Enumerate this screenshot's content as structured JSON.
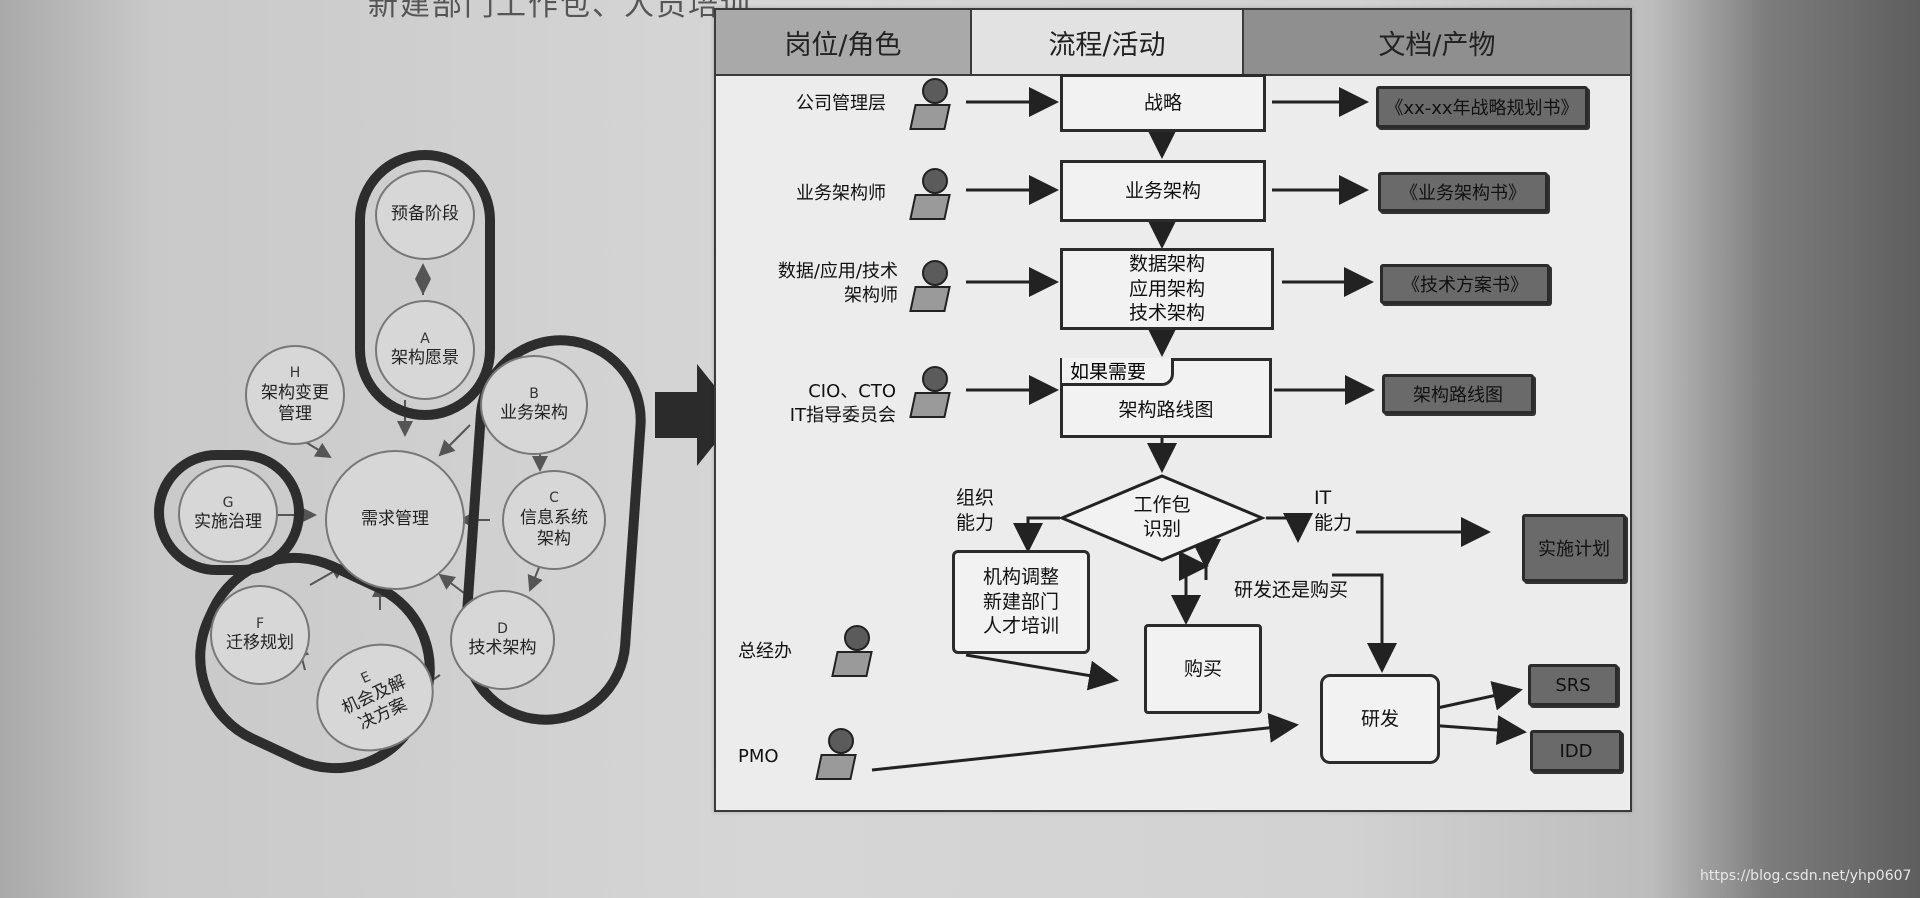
{
  "caption_top": "新建部门工作包、人员培训",
  "watermark": "https://blog.csdn.net/yhp0607",
  "left_cycle": {
    "prelim": "预备阶段",
    "center": "需求管理",
    "nodes": [
      {
        "code": "A",
        "name": "架构愿景"
      },
      {
        "code": "B",
        "name": "业务架构"
      },
      {
        "code": "C",
        "name": "信息系统架构"
      },
      {
        "code": "D",
        "name": "技术架构"
      },
      {
        "code": "E",
        "name": "机会及解决方案"
      },
      {
        "code": "F",
        "name": "迁移规划"
      },
      {
        "code": "G",
        "name": "实施治理"
      },
      {
        "code": "H",
        "name": "架构变更管理"
      }
    ]
  },
  "table": {
    "headers": [
      "岗位/角色",
      "流程/活动",
      "文档/产物"
    ]
  },
  "roles": {
    "mgmt": "公司管理层",
    "biz_arch": "业务架构师",
    "tech_arch_1": "数据/应用/技术",
    "tech_arch_2": "架构师",
    "cio_1": "CIO、CTO",
    "cio_2": "IT指导委员会",
    "gm": "总经办",
    "pmo": "PMO"
  },
  "process": {
    "strategy": "战略",
    "business_arch": "业务架构",
    "data_arch": "数据架构",
    "app_arch": "应用架构",
    "tech_arch": "技术架构",
    "if_needed": "如果需要",
    "roadmap": "架构路线图",
    "decision_1": "工作包",
    "decision_2": "识别",
    "org_1": "组织",
    "org_2": "能力",
    "it_1": "IT",
    "it_2": "能力",
    "org_box_1": "机构调整",
    "org_box_2": "新建部门",
    "org_box_3": "人才培训",
    "dev_or_buy": "研发还是购买",
    "buy": "购买",
    "develop": "研发"
  },
  "docs": {
    "strategy_plan": "《xx-xx年战略规划书》",
    "business_book": "《业务架构书》",
    "tech_plan": "《技术方案书》",
    "roadmap": "架构路线图",
    "impl_plan": "实施计划",
    "srs": "SRS",
    "idd": "IDD"
  }
}
